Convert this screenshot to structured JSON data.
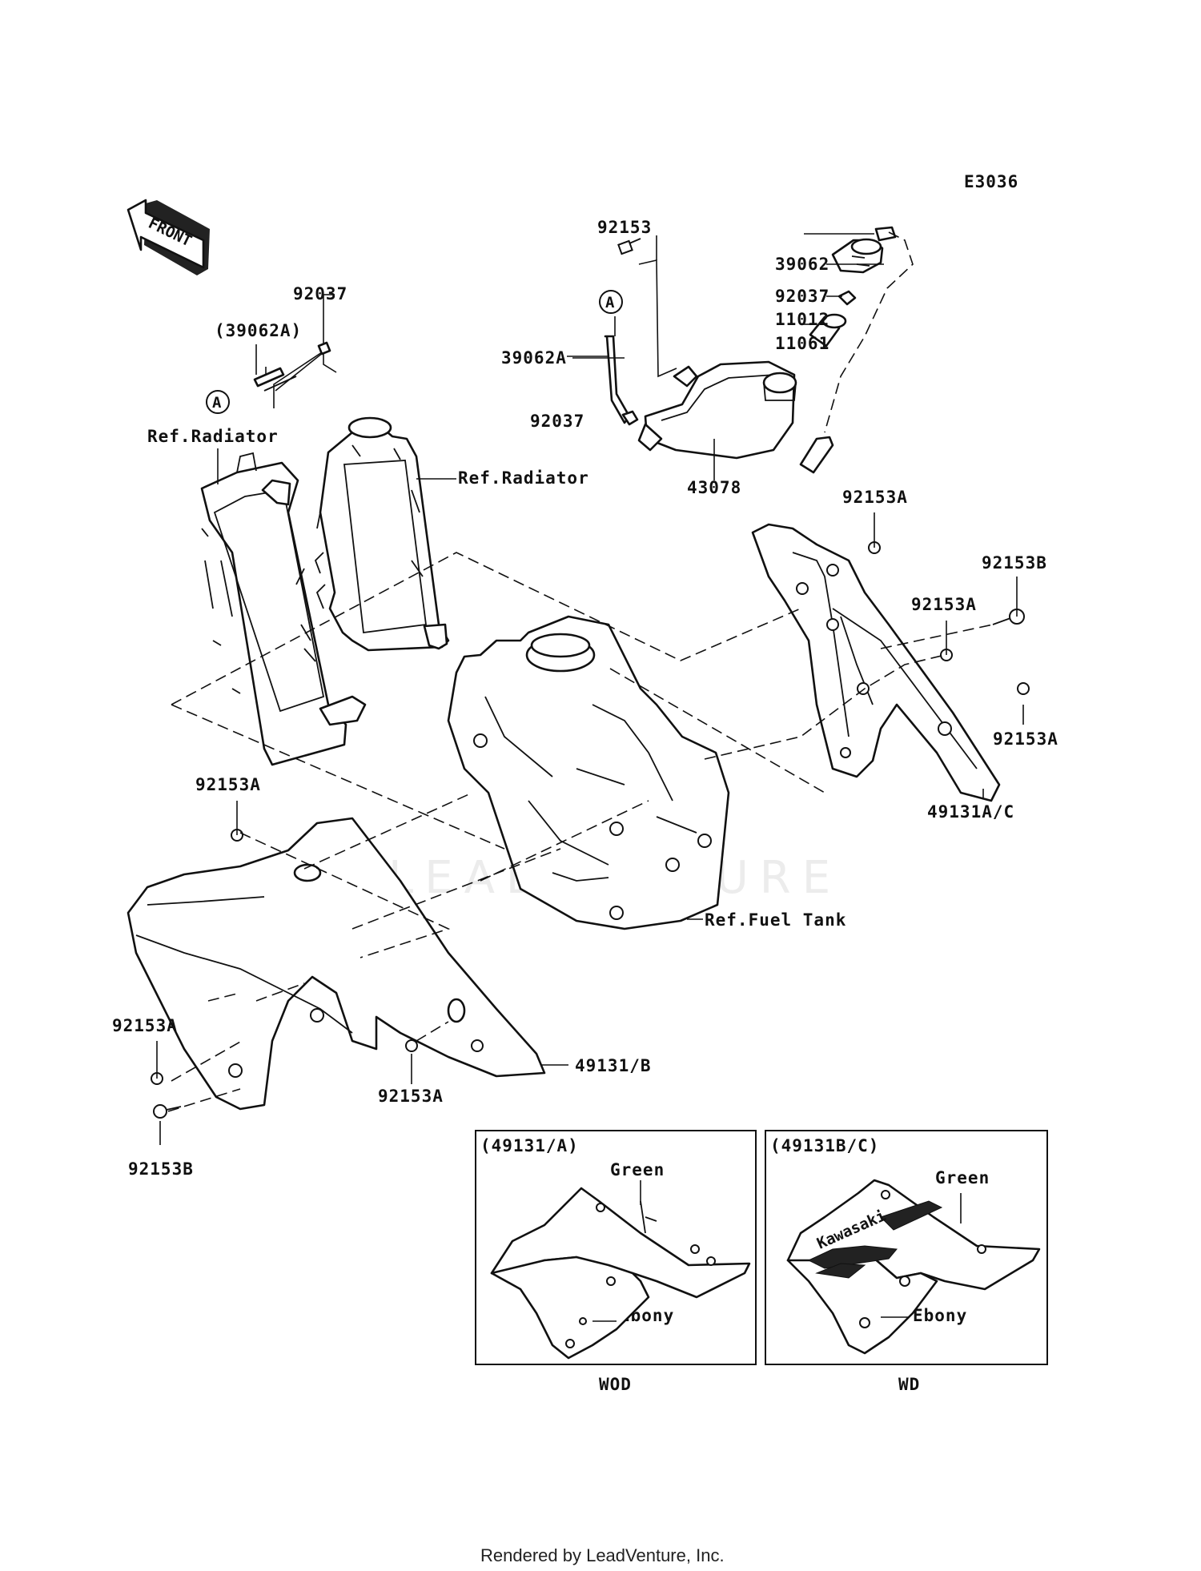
{
  "diagram_code": "E3036",
  "front_arrow_label": "FRONT",
  "watermark": "LEADVENTURE",
  "footer": "Rendered by LeadVenture, Inc.",
  "callouts": {
    "c_92153_top": "92153",
    "c_A_left": "A",
    "c_A_right": "A",
    "c_92037_left": "92037",
    "c_39062A_paren": "(39062A)",
    "c_ref_radiator_left": "Ref.Radiator",
    "c_ref_radiator_right": "Ref.Radiator",
    "c_39062A": "39062A",
    "c_92037_mid": "92037",
    "c_43078": "43078",
    "c_39062": "39062",
    "c_92037_right": "92037",
    "c_11012": "11012",
    "c_11061": "11061",
    "c_92153A_top": "92153A",
    "c_92153B_right": "92153B",
    "c_92153A_right1": "92153A",
    "c_92153A_right2": "92153A",
    "c_49131AC": "49131A/C",
    "c_92153A_left": "92153A",
    "c_ref_fuel_tank": "Ref.Fuel Tank",
    "c_92153A_lower_left": "92153A",
    "c_92153A_lower_mid": "92153A",
    "c_49131B": "49131/B",
    "c_92153B_lower": "92153B"
  },
  "variants": [
    {
      "code": "(49131/A)",
      "upper_color": "Green",
      "lower_color": "Ebony",
      "model": "WOD"
    },
    {
      "code": "(49131B/C)",
      "upper_color": "Green",
      "lower_color": "Ebony",
      "model": "WD",
      "decal_text": "Kawasaki"
    }
  ]
}
